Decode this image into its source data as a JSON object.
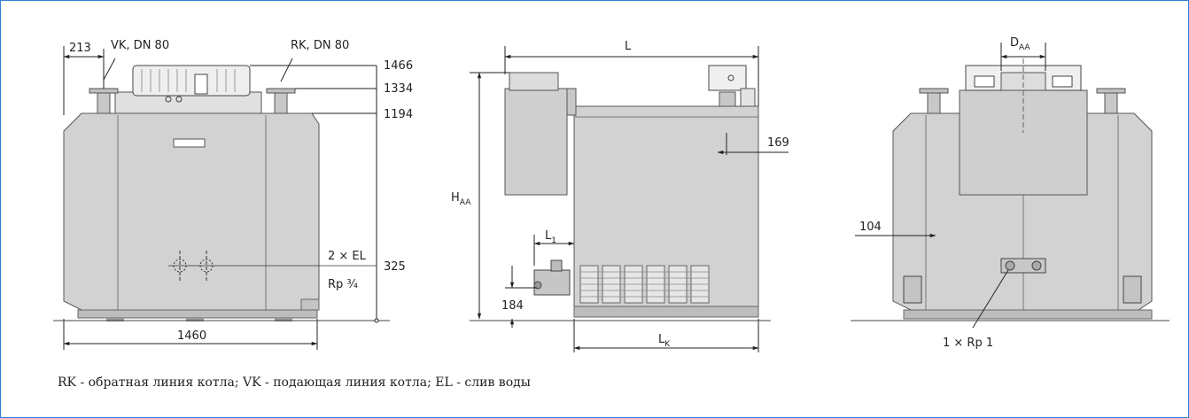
{
  "drawing": {
    "front": {
      "d_213": "213",
      "vk_label": "VK, DN 80",
      "rk_label": "RK, DN 80",
      "h_1466": "1466",
      "h_1334": "1334",
      "h_1194": "1194",
      "el_label": "2 × EL",
      "rp_label": "Rp ¾",
      "h_325": "325",
      "w_1460": "1460"
    },
    "side": {
      "l_label": "L",
      "haa_main": "H",
      "haa_sub": "AA",
      "d_169": "169",
      "l1_main": "L",
      "l1_sub": "1",
      "d_184": "184",
      "lk_main": "L",
      "lk_sub": "K"
    },
    "rear": {
      "daa_main": "D",
      "daa_sub": "AA",
      "d_104": "104",
      "rp1_label": "1 × Rp 1"
    }
  },
  "legend": "RK  - обратная линия котла; VK - подающая линия котла; EL - слив воды",
  "colors": {
    "frame": "#2f7fd6",
    "body": "#d0d0d0",
    "body_dark": "#bdbdbd",
    "line": "#222222"
  }
}
